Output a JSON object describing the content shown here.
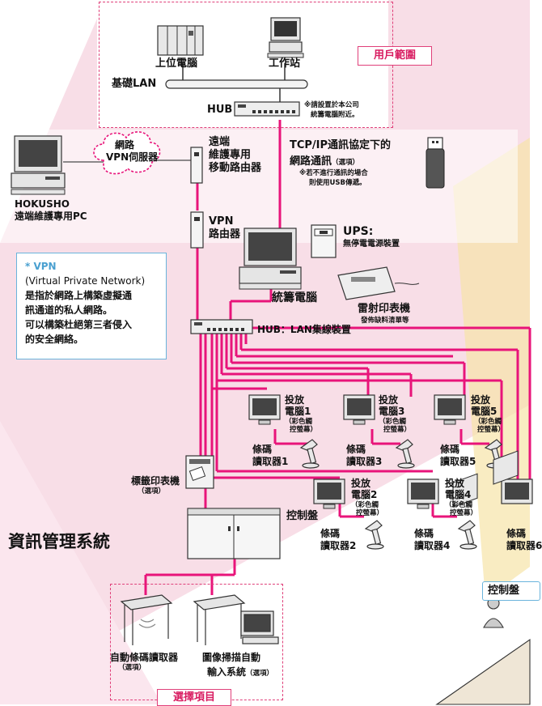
{
  "colors": {
    "cable": "#e8147a",
    "box_border": "#e0407a",
    "callout_border": "#6ab4dc",
    "floor_tint": "#f6d3df",
    "yellow_band": "#f7e4a8"
  },
  "user_area": {
    "tag": "用戶範圍",
    "host": "上位電腦",
    "workstation": "工作站",
    "lan": "基礎LAN",
    "hub": "HUB",
    "note": [
      "※請設置於本公司",
      "統籌電腦附近。"
    ]
  },
  "remote": {
    "cloud": [
      "網路",
      "VPN伺服器"
    ],
    "pc": [
      "HOKUSHO",
      "遠端維護專用PC"
    ],
    "router": [
      "遠端",
      "維護專用",
      "移動路由器"
    ],
    "vpn_router": [
      "VPN",
      "路由器"
    ]
  },
  "tcpip": {
    "title": [
      "TCP/IP通訊協定下的",
      "網路通訊"
    ],
    "optional": "（選項）",
    "note": [
      "※若不進行通訊的場合",
      "則使用USB傳遞。"
    ]
  },
  "ups": {
    "title": "UPS:",
    "subtitle": "無停電電源裝置"
  },
  "vpn_note": {
    "lines": [
      "* VPN",
      "(Virtual Private Network)",
      "是指於網路上構築虛擬通",
      "訊通道的私人網路。",
      "可以構築杜絕第三者侵入",
      "的安全網絡。"
    ]
  },
  "main_pc": "統籌電腦",
  "laser_printer": {
    "title": "雷射印表機",
    "subtitle": "發佈缺料清單等"
  },
  "hub2": "HUB：LAN集線裝置",
  "projection_pcs": [
    {
      "title": [
        "投放",
        "電腦1"
      ],
      "note": [
        "（彩色觸",
        "控螢幕）"
      ]
    },
    {
      "title": [
        "投放",
        "電腦2"
      ],
      "note": [
        "（彩色觸",
        "控螢幕）"
      ]
    },
    {
      "title": [
        "投放",
        "電腦3"
      ],
      "note": [
        "（彩色觸",
        "控螢幕）"
      ]
    },
    {
      "title": [
        "投放",
        "電腦4"
      ],
      "note": [
        "（彩色觸",
        "控螢幕）"
      ]
    },
    {
      "title": [
        "投放",
        "電腦5"
      ],
      "note": [
        "（彩色觸",
        "控螢幕）"
      ]
    }
  ],
  "readers": [
    [
      "條碼",
      "讀取器1"
    ],
    [
      "條碼",
      "讀取器2"
    ],
    [
      "條碼",
      "讀取器3"
    ],
    [
      "條碼",
      "讀取器4"
    ],
    [
      "條碼",
      "讀取器5"
    ],
    [
      "條碼",
      "讀取器6"
    ]
  ],
  "label_printer": {
    "title": "標籤印表機",
    "optional": "（選項）"
  },
  "control_panel": "控制盤",
  "control_panel_right": "控制盤",
  "system_title": "資訊管理系統",
  "options": {
    "tag": "選擇項目",
    "auto_reader": {
      "title": "自動條碼讀取器",
      "optional": "（選項）"
    },
    "image_scan": {
      "title": [
        "圖像掃描自動",
        "輸入系統"
      ],
      "optional": "（選項）"
    }
  }
}
